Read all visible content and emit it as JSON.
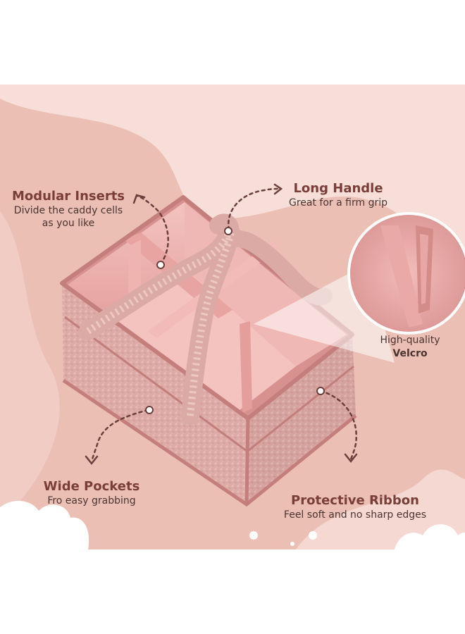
{
  "callouts": {
    "modular_inserts": {
      "title": "Modular Inserts",
      "line1": "Divide the caddy cells",
      "line2": "as you like"
    },
    "long_handle": {
      "title": "Long Handle",
      "subtitle": "Great for a firm grip"
    },
    "velcro": {
      "line1": "High-quality",
      "line2": "Velcro"
    },
    "wide_pockets": {
      "title": "Wide Pockets",
      "subtitle": "Fro easy grabbing"
    },
    "protective_ribbon": {
      "title": "Protective Ribbon",
      "subtitle": "Feel soft and no sharp edges"
    }
  },
  "colors": {
    "background_light": "#f6dcd6",
    "background_wave": "#eab7ac",
    "caddy_pink": "#e7a9a6",
    "text_brown": "#7a3e38",
    "dotted_line": "#6b3f3b"
  }
}
